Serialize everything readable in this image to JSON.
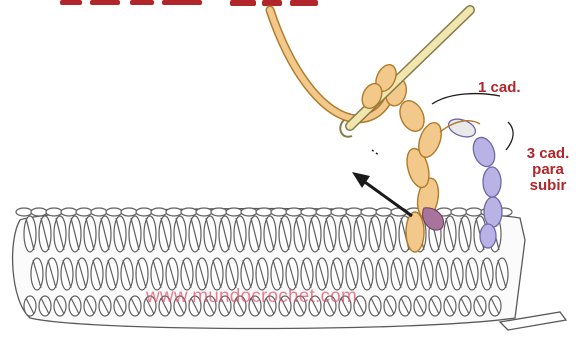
{
  "labels": {
    "one_chain": "1 cad.",
    "three_chain_line1": "3 cad.",
    "three_chain_line2": "para",
    "three_chain_line3": "subir"
  },
  "watermark": "www.mundocrochet.com",
  "colors": {
    "label": "#b0262a",
    "watermark": "#e0506a",
    "yarn_working": "#f2c98a",
    "yarn_outline": "#b07a2a",
    "chain_lilac": "#b9b2e4",
    "fabric_outline": "#5a5a5a",
    "hook": "#efe6b0",
    "purple_stitch": "#a9749c"
  }
}
